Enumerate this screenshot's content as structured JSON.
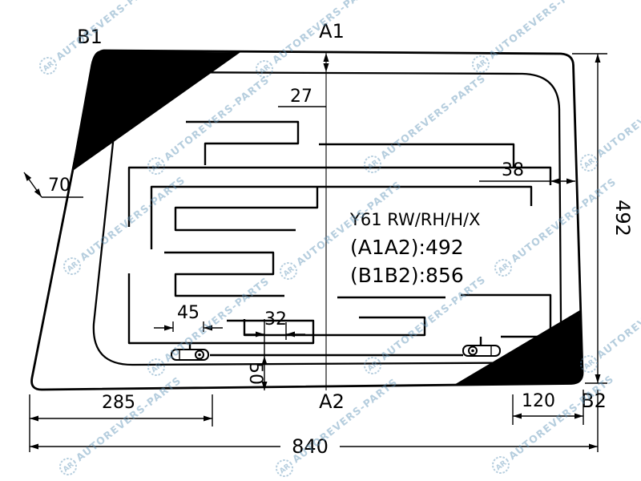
{
  "diagram": {
    "model_code": "Y61 RW/RH/H/X",
    "measure_a": "(A1A2):492",
    "measure_b": "(B1B2):856",
    "points": {
      "b1": "B1",
      "a1": "A1",
      "a2": "A2",
      "b2": "B2"
    },
    "dims": {
      "top_band": "27",
      "right_band": "38",
      "left_band": "70",
      "height": "492",
      "terminal_width": "45",
      "center_offset": "32",
      "bottom_band": "50",
      "left_offset": "285",
      "right_offset": "120",
      "width": "840"
    }
  },
  "watermark": {
    "logo_text": "AR",
    "brand": "AUTOREVERS-PARTS",
    "color": "#5f93b8"
  },
  "colors": {
    "line": "#000000",
    "background": "#ffffff"
  }
}
